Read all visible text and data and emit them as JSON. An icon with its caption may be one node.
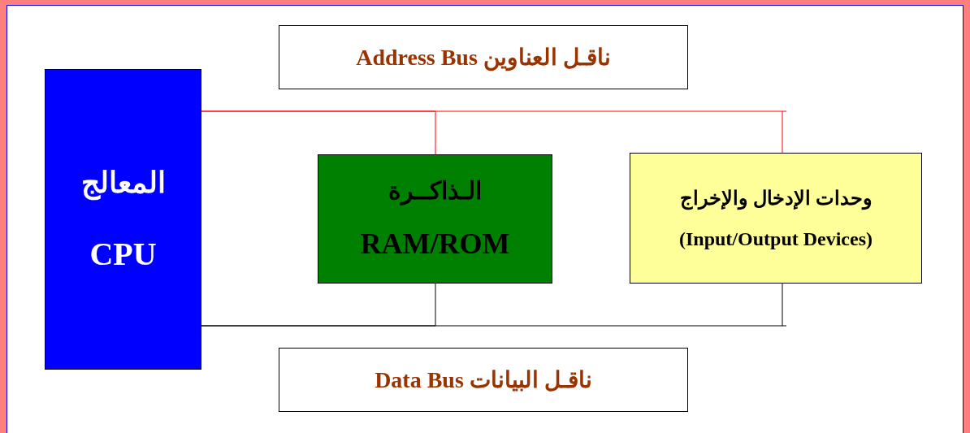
{
  "diagram": {
    "nodes": [
      {
        "text": [
          "ناقـل العناوين Address Bus"
        ]
      },
      {
        "text": [
          "المعالج",
          "CPU"
        ]
      },
      {
        "text": [
          "الـذاكــرة",
          "RAM/ROM"
        ]
      },
      {
        "text": [
          "وحدات الإدخال والإخراج",
          "(Input/Output Devices)"
        ]
      },
      {
        "text": [
          "ناقـل البيانات Data Bus"
        ]
      }
    ],
    "edges": [
      {
        "from": 1,
        "to": 2,
        "arrow": "none",
        "color": "#ff0000"
      },
      {
        "from": 1,
        "to": 3,
        "arrow": "none",
        "color": "#ff0000"
      },
      {
        "from": 1,
        "to": 2,
        "arrow": "none",
        "color": "#000000"
      },
      {
        "from": 1,
        "to": 3,
        "arrow": "none",
        "color": "#000000"
      }
    ]
  }
}
